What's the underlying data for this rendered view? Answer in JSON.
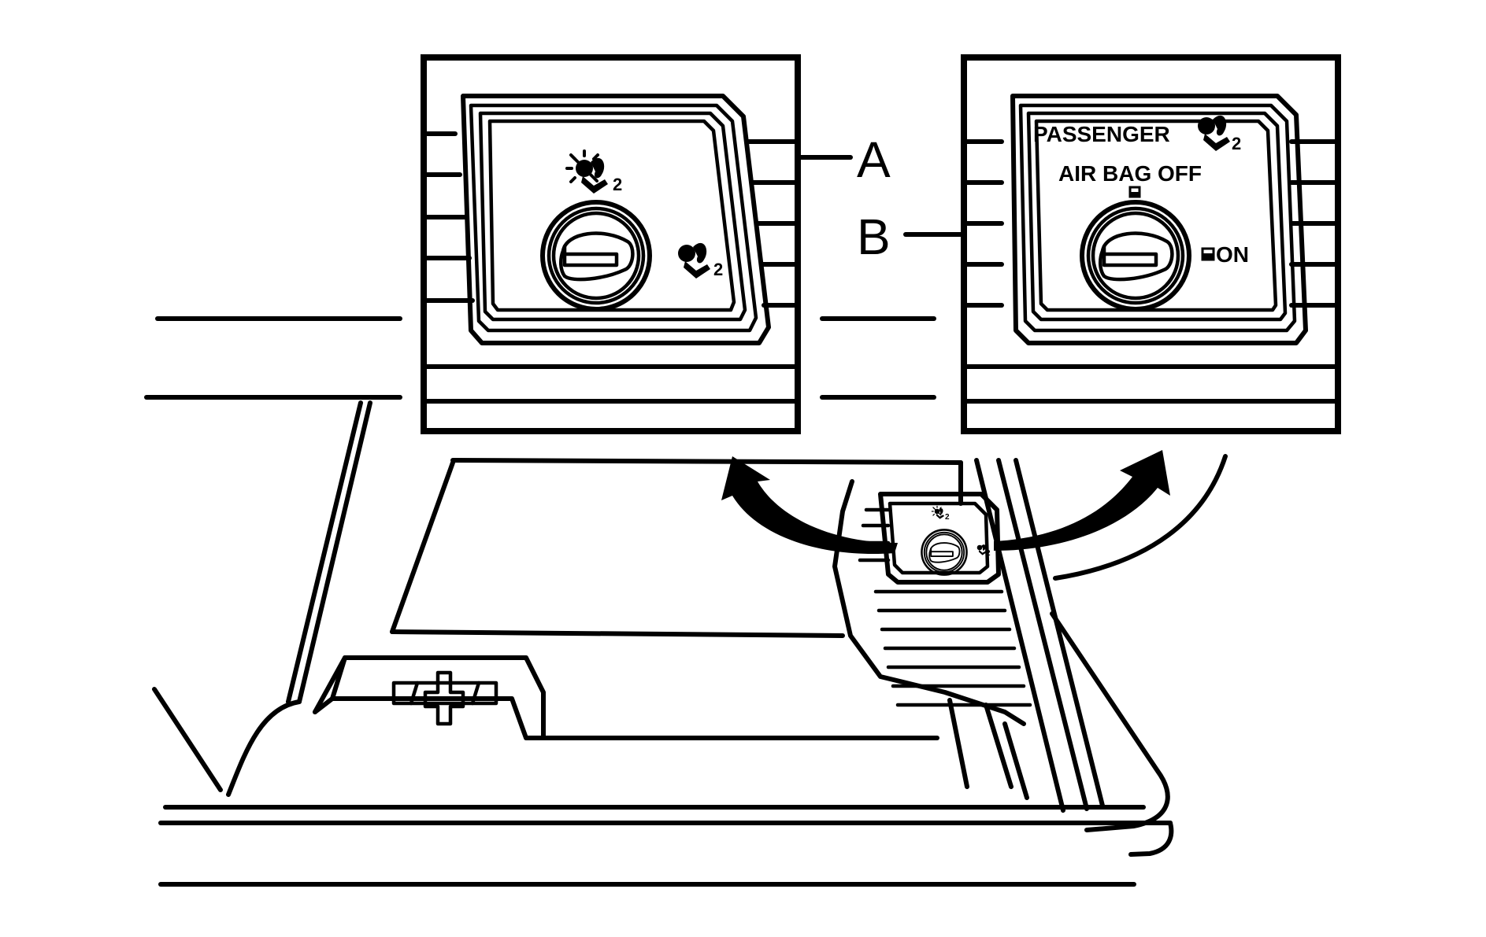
{
  "callouts": {
    "label_a": "A",
    "label_b": "B"
  },
  "switch_b": {
    "line_passenger": "PASSENGER",
    "line_airbag_off": "AIR BAG OFF",
    "label_on": "ON",
    "subscript": "2"
  },
  "switch_a": {
    "subscript": "2"
  },
  "icons": {
    "airbag": "passenger-airbag-icon",
    "airbag_off": "passenger-airbag-off-icon",
    "key": "key-slot-icon",
    "arrow": "curved-arrow-icon"
  },
  "colors": {
    "ink": "#000000",
    "paper": "#ffffff"
  }
}
